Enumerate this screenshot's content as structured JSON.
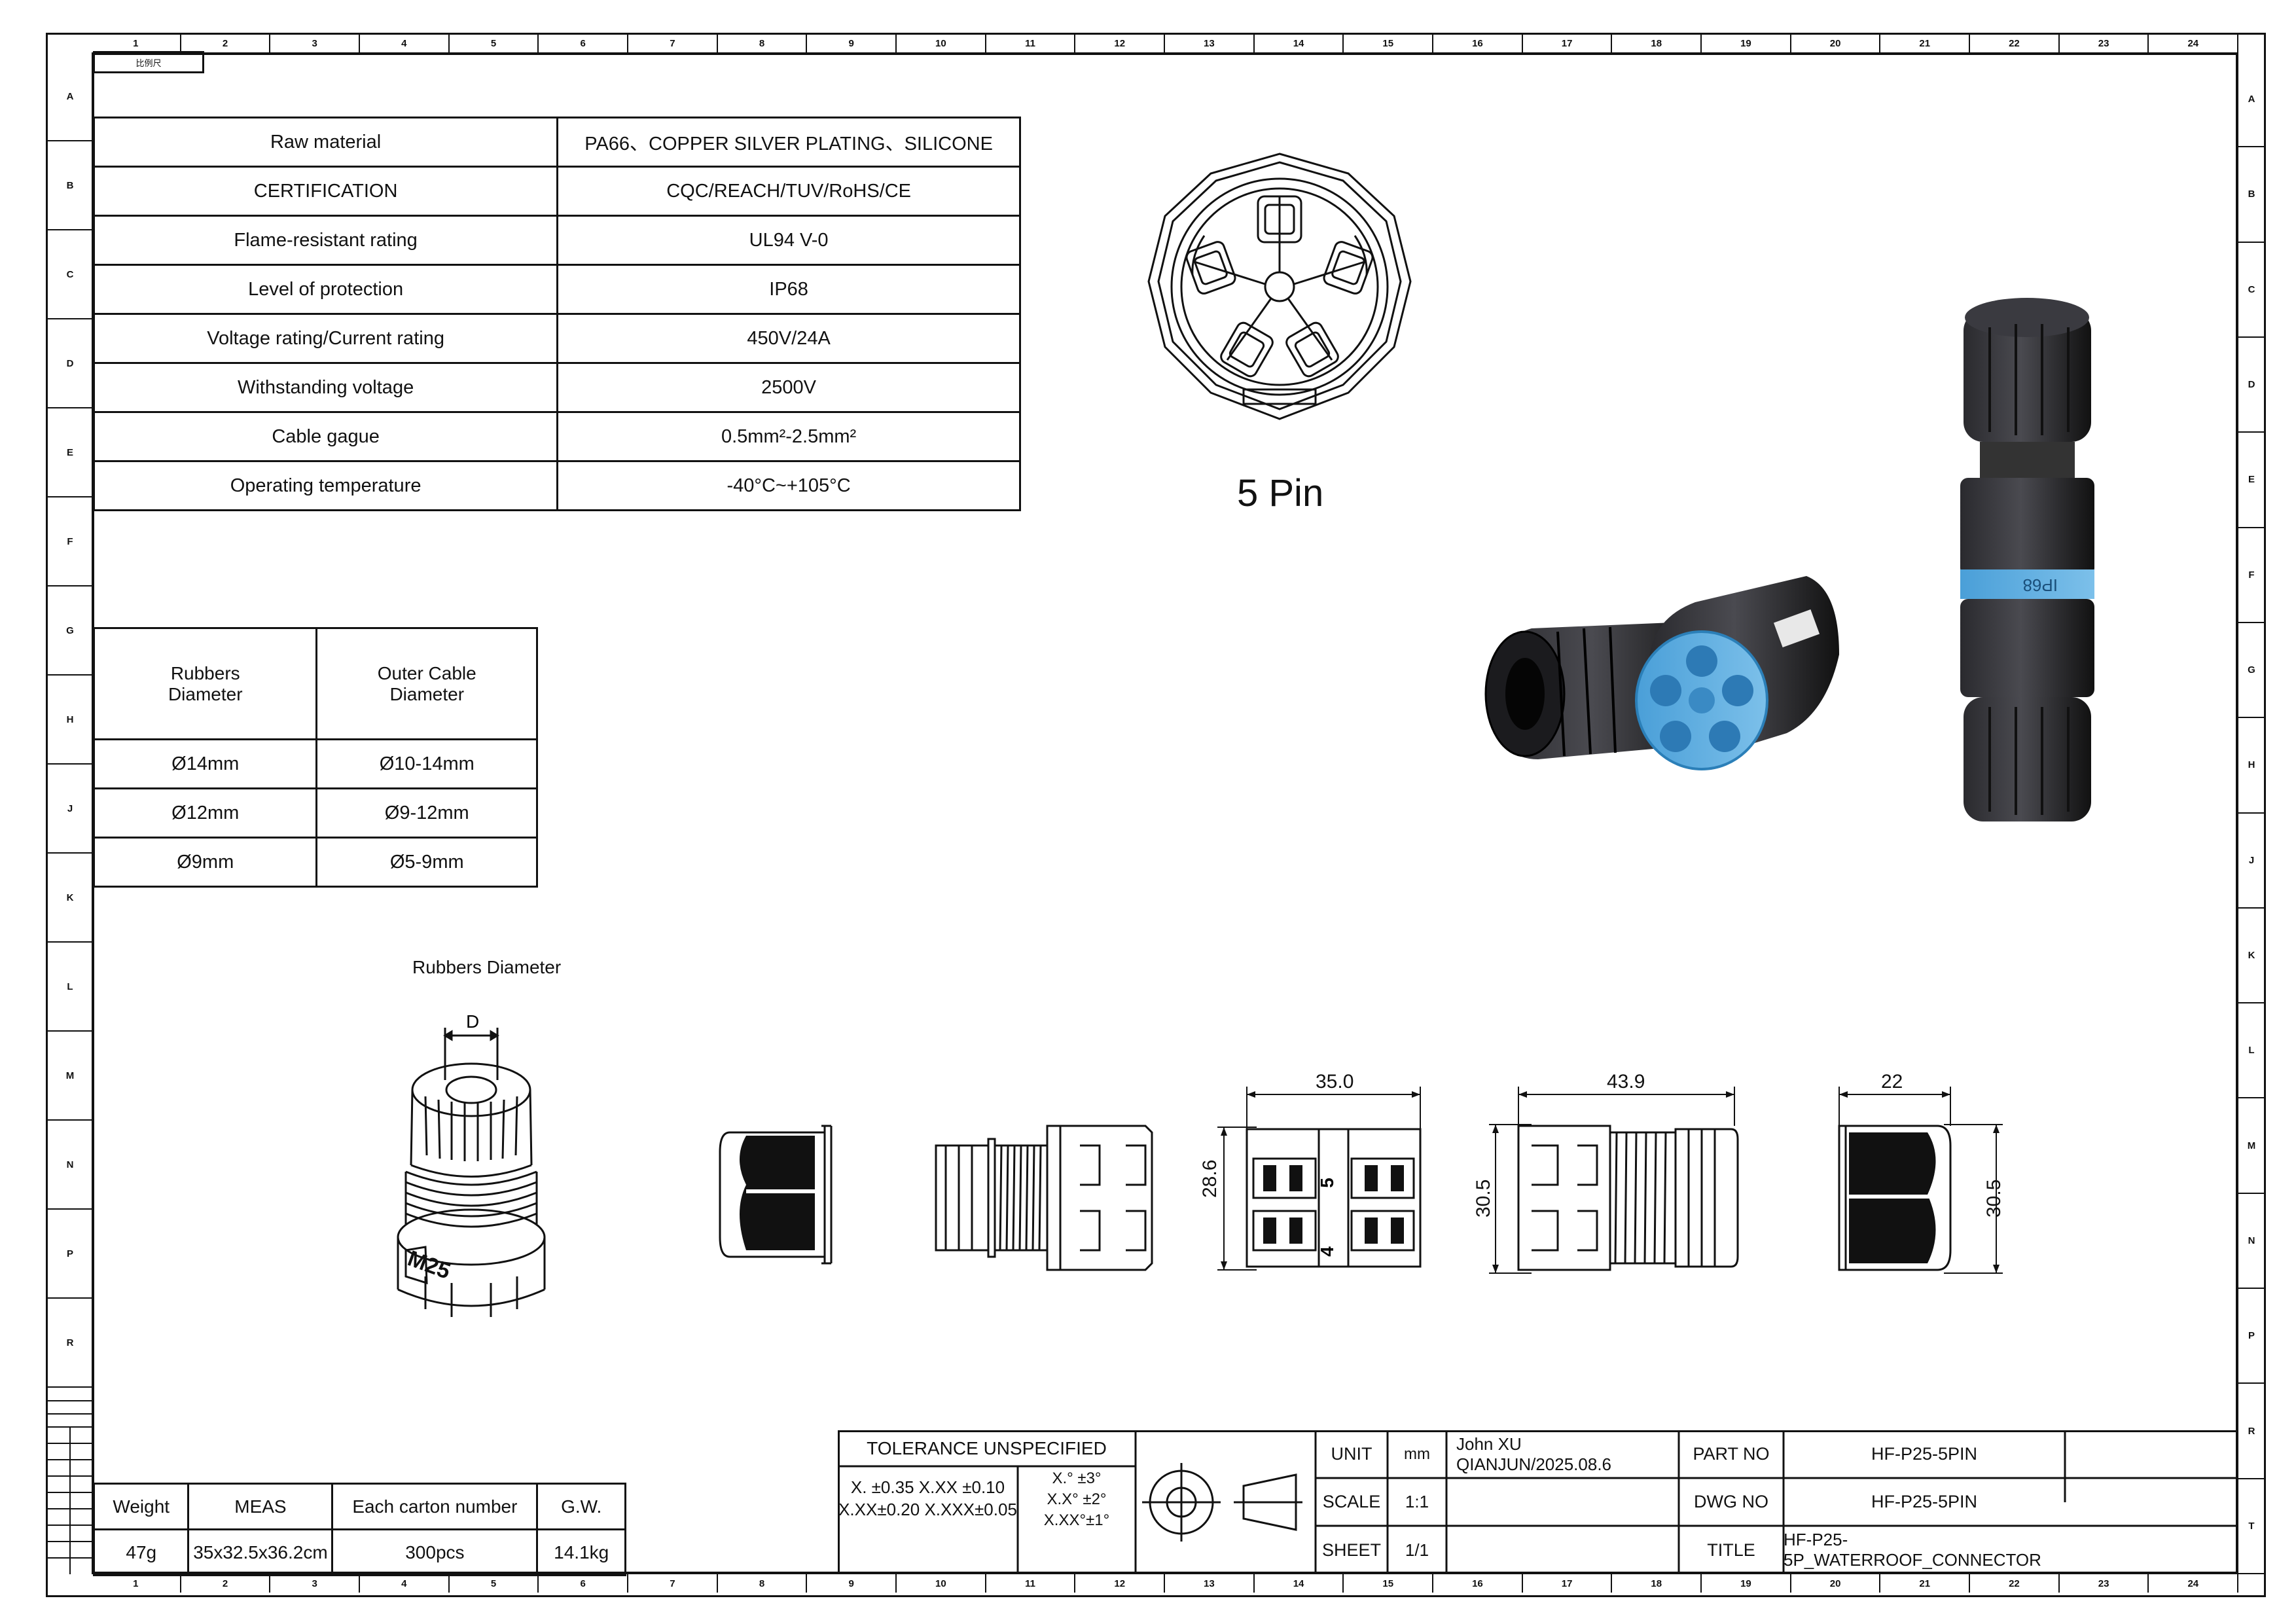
{
  "sheet": {
    "zone_columns": [
      "1",
      "2",
      "3",
      "4",
      "5",
      "6",
      "7",
      "8",
      "9",
      "10",
      "11",
      "12",
      "13",
      "14",
      "15",
      "16",
      "17",
      "18",
      "19",
      "20",
      "21",
      "22",
      "23",
      "24"
    ],
    "zone_rows": [
      "A",
      "B",
      "C",
      "D",
      "E",
      "F",
      "G",
      "H",
      "J",
      "K",
      "L",
      "M",
      "N",
      "P",
      "R",
      "T"
    ],
    "corner_tag": "比例尺"
  },
  "spec_table": {
    "rows": [
      {
        "label": "Raw material",
        "value": "PA66、COPPER SILVER PLATING、SILICONE"
      },
      {
        "label": "CERTIFICATION",
        "value": "CQC/REACH/TUV/RoHS/CE"
      },
      {
        "label": "Flame-resistant rating",
        "value": "UL94 V-0"
      },
      {
        "label": "Level of protection",
        "value": "IP68"
      },
      {
        "label": "Voltage rating/Current rating",
        "value": "450V/24A"
      },
      {
        "label": "Withstanding voltage",
        "value": "2500V"
      },
      {
        "label": "Cable gague",
        "value": "0.5mm²-2.5mm²"
      },
      {
        "label": "Operating temperature",
        "value": "-40°C~+105°C"
      }
    ]
  },
  "rubber_table": {
    "header_1": "Rubbers\nDiameter",
    "header_2": "Outer Cable\nDiameter",
    "rows": [
      {
        "rubber": "Ø14mm",
        "cable": "Ø10-14mm"
      },
      {
        "rubber": "Ø12mm",
        "cable": "Ø9-12mm"
      },
      {
        "rubber": "Ø9mm",
        "cable": "Ø5-9mm"
      }
    ]
  },
  "pin_caption": "5 Pin",
  "rubbers_caption": "Rubbers Diameter",
  "nut_label_d": "D",
  "nut_marking": "M25",
  "dimensions": {
    "dim_a_width": "35.0",
    "dim_a_height": "28.6",
    "dim_b_width": "43.9",
    "dim_b_height": "30.5",
    "dim_c_width": "22",
    "dim_c_height": "30.5",
    "pin_number_5": "5",
    "pin_number_4": "4"
  },
  "photo_label": "IP68",
  "packing": {
    "headers": [
      "Weight",
      "MEAS",
      "Each carton number",
      "G.W."
    ],
    "values": [
      "47g",
      "35x32.5x36.2cm",
      "300pcs",
      "14.1kg"
    ]
  },
  "title_block": {
    "tolerance_title": "TOLERANCE UNSPECIFIED",
    "tol_linear_1": "X. ±0.35 X.XX ±0.10",
    "tol_linear_2": "X.XX±0.20 X.XXX±0.05",
    "tol_angle_1": "X.° ±3°",
    "tol_angle_2": "X.X° ±2°",
    "tol_angle_3": "X.XX°±1°",
    "unit_label": "UNIT",
    "unit_value": "mm",
    "scale_label": "SCALE",
    "scale_value": "1:1",
    "sheet_label": "SHEET",
    "sheet_value": "1/1",
    "author": "John  XU QIANJUN/2025.08.6",
    "part_no_label": "PART NO",
    "part_no": "HF-P25-5PIN",
    "dwg_no_label": "DWG NO",
    "dwg_no": "HF-P25-5PIN",
    "title_label": "TITLE",
    "title": "HF-P25-5P_WATERROOF_CONNECTOR"
  }
}
